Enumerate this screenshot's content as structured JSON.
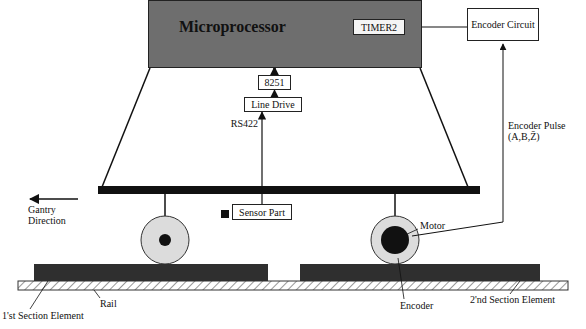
{
  "diagram": {
    "nodes": [
      {
        "text": [
          "Microprocessor"
        ]
      },
      {
        "text": [
          "TIMER2"
        ],
        "in": 0
      },
      {
        "text": [
          "Encoder Circuit"
        ]
      },
      {
        "text": [
          "8251"
        ]
      },
      {
        "text": [
          "Line Drive"
        ]
      },
      {
        "text": [
          "Sensor Part"
        ]
      }
    ],
    "edges": [
      {
        "from": 2,
        "to": 1,
        "arrow": "to"
      },
      {
        "from": 3,
        "to": 0,
        "arrow": "to"
      },
      {
        "from": 4,
        "to": 3,
        "arrow": "to"
      },
      {
        "from": 5,
        "to": 4,
        "arrow": "to",
        "label": "RS422"
      }
    ],
    "labels": [
      "Gantry Direction",
      "Encoder Pulse (A,B,Z̄)",
      "Motor",
      "Rail",
      "Encoder",
      "1'st Section Element",
      "2'nd Section Element"
    ]
  }
}
